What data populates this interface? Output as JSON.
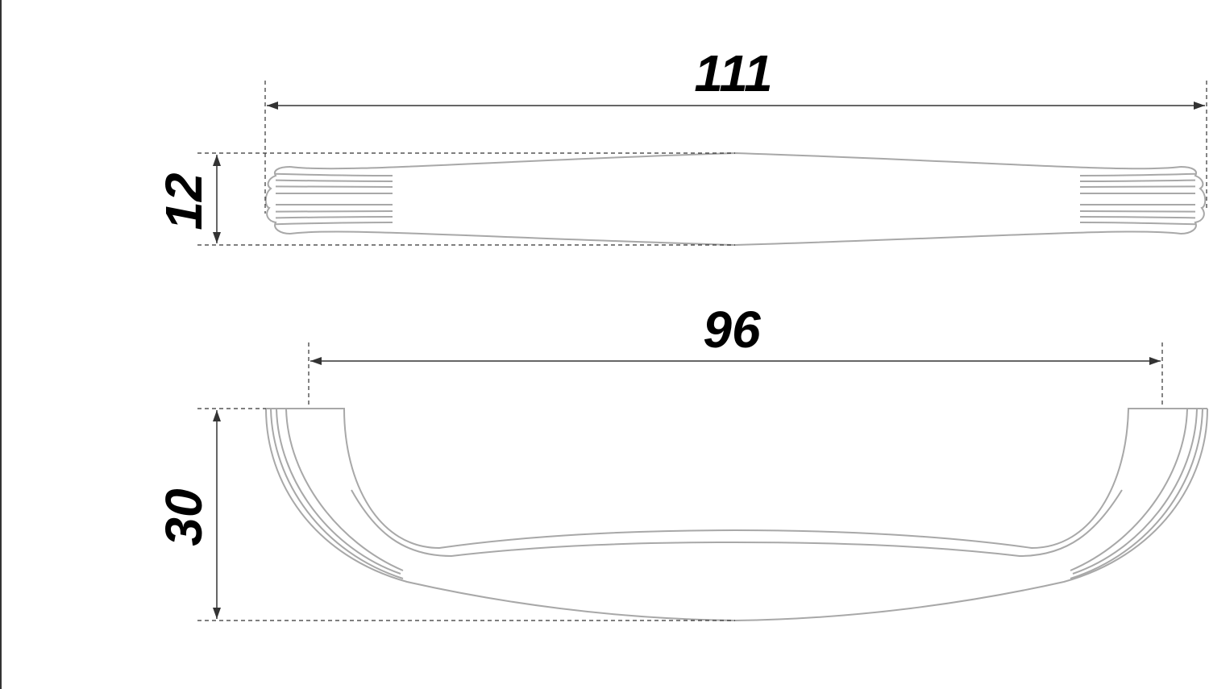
{
  "dimensions": {
    "overall_length": "111",
    "hole_spacing": "96",
    "width": "12",
    "height": "30"
  },
  "colors": {
    "outline": "#a8a8a8",
    "dimension": "#333333",
    "text": "#000000"
  }
}
